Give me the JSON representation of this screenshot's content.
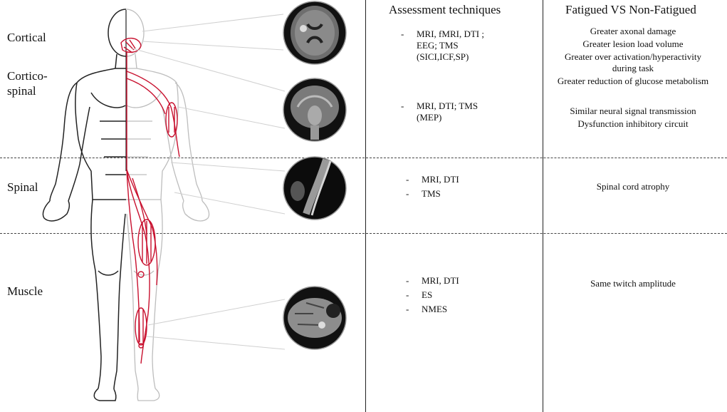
{
  "levels": [
    "Cortical",
    "Cortico-\nspinal",
    "Spinal",
    "Muscle"
  ],
  "columns": {
    "techniques": "Assessment techniques",
    "comparison": "Fatigued VS Non-Fatigued"
  },
  "techniques": {
    "cortical": [
      "MRI, fMRI, DTI ;\nEEG; TMS\n(SICI,ICF,SP)"
    ],
    "corticospinal": [
      "MRI, DTI; TMS\n(MEP)"
    ],
    "spinal": [
      "MRI, DTI",
      "TMS"
    ],
    "muscle": [
      "MRI, DTI",
      "ES",
      "NMES"
    ]
  },
  "findings": {
    "cortical": [
      "Greater axonal damage",
      "Greater lesion load volume",
      "Greater over activation/hyperactivity during task",
      "Greater reduction of glucose metabolism"
    ],
    "corticospinal": [
      "Similar neural signal transmission",
      "Dysfunction inhibitory circuit"
    ],
    "spinal": [
      "Spinal cord atrophy"
    ],
    "muscle": [
      "Same twitch amplitude"
    ]
  },
  "colors": {
    "nerve": "#c8102e",
    "outline": "#222222",
    "divider": "#444444"
  }
}
